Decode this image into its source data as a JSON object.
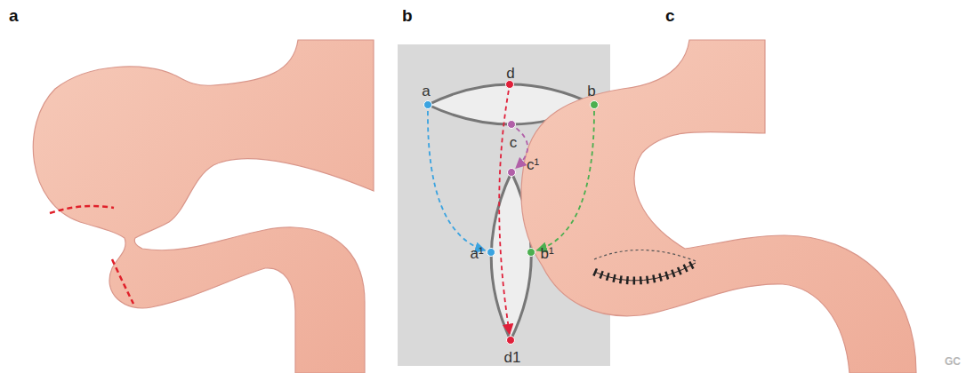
{
  "diagram": {
    "nodes": [
      {
        "text": [
          "d"
        ]
      },
      {
        "text": [
          "a"
        ]
      },
      {
        "text": [
          "b"
        ]
      },
      {
        "text": [
          "c"
        ]
      },
      {
        "text": [
          "c¹"
        ]
      },
      {
        "text": [
          "a¹"
        ]
      },
      {
        "text": [
          "b¹"
        ]
      },
      {
        "text": [
          "d1"
        ]
      }
    ],
    "edges": [
      {
        "from": 1,
        "to": 5,
        "arrow": "to"
      },
      {
        "from": 2,
        "to": 6,
        "arrow": "to"
      },
      {
        "from": 3,
        "to": 4,
        "arrow": "to"
      },
      {
        "from": 0,
        "to": 7,
        "arrow": "to"
      }
    ],
    "labels": [
      "a",
      "b",
      "c",
      "GC"
    ]
  }
}
